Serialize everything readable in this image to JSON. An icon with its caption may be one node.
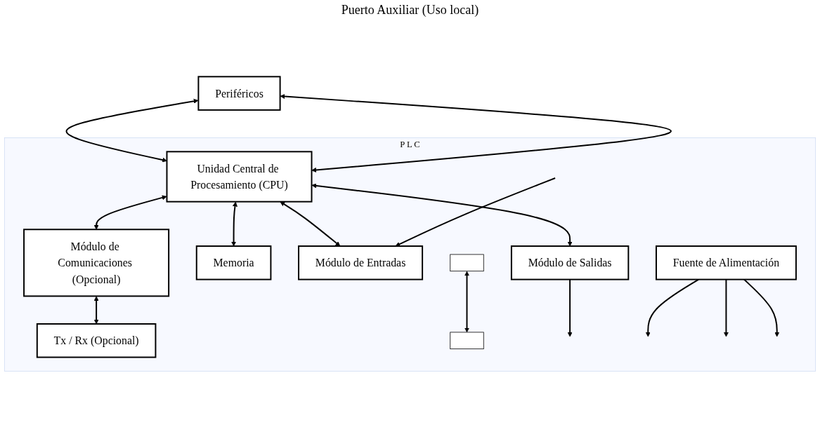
{
  "diagram": {
    "nodes": [
      {
        "text": [
          "P L C"
        ]
      },
      {
        "text": [
          "Periféricos"
        ]
      },
      {
        "text": [
          "Unidad Central de Procesamiento (CPU)"
        ],
        "in": 0
      },
      {
        "text": [
          "Módulo de Comunicaciones (Opcional)"
        ],
        "in": 0
      },
      {
        "text": [
          "Tx / Rx (Opcional)"
        ],
        "in": 0
      },
      {
        "text": [
          "Memoria"
        ],
        "in": 0
      },
      {
        "text": [
          "Módulo de Entradas"
        ],
        "in": 0
      },
      {
        "text": [
          "Módulo de Salidas"
        ],
        "in": 0
      },
      {
        "text": [
          "Fuente de Alimentación"
        ],
        "in": 0
      },
      {
        "text": [],
        "shape": "bar",
        "in": 0
      },
      {
        "text": [],
        "shape": "bar",
        "in": 0
      }
    ],
    "edges": [
      {
        "from": 1,
        "to": 2,
        "arrow": "both"
      },
      {
        "from": 1,
        "to": 2,
        "arrow": "both"
      },
      {
        "from": 2,
        "to": 3,
        "arrow": "both"
      },
      {
        "from": 3,
        "to": 4,
        "arrow": "both"
      },
      {
        "from": 2,
        "to": 5,
        "arrow": "both"
      },
      {
        "from": 2,
        "to": 6,
        "arrow": "both"
      },
      {
        "from": 2,
        "to": 7,
        "arrow": "both"
      },
      {
        "from": 9,
        "to": 10,
        "arrow": "both"
      },
      {
        "from": null,
        "to": 6,
        "arrow": "to"
      },
      {
        "from": 7,
        "to": null,
        "arrow": "to"
      },
      {
        "from": 8,
        "to": null,
        "arrow": "to"
      },
      {
        "from": 8,
        "to": null,
        "arrow": "to"
      },
      {
        "from": 8,
        "to": null,
        "arrow": "to"
      }
    ],
    "labels": [
      "Puerto Auxiliar (Uso local)"
    ]
  }
}
